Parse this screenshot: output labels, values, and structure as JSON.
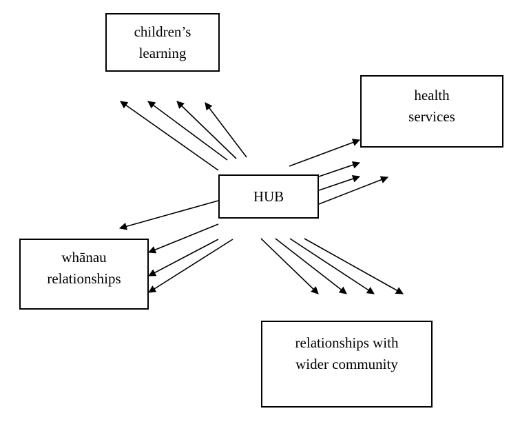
{
  "diagram": {
    "nodes": {
      "childrens_learning": "children’s\nlearning",
      "health_services": "health\nservices",
      "hub": "HUB",
      "whanau_relationships": "whānau\nrelationships",
      "wider_community": "relationships with\nwider community"
    },
    "edges": [
      {
        "from": "hub",
        "to": "childrens_learning",
        "count": 4
      },
      {
        "from": "hub",
        "to": "health_services",
        "count": 4
      },
      {
        "from": "hub",
        "to": "whanau_relationships",
        "count": 4
      },
      {
        "from": "hub",
        "to": "wider_community",
        "count": 4
      }
    ],
    "colors": {
      "line": "#000000",
      "background": "#ffffff"
    }
  }
}
